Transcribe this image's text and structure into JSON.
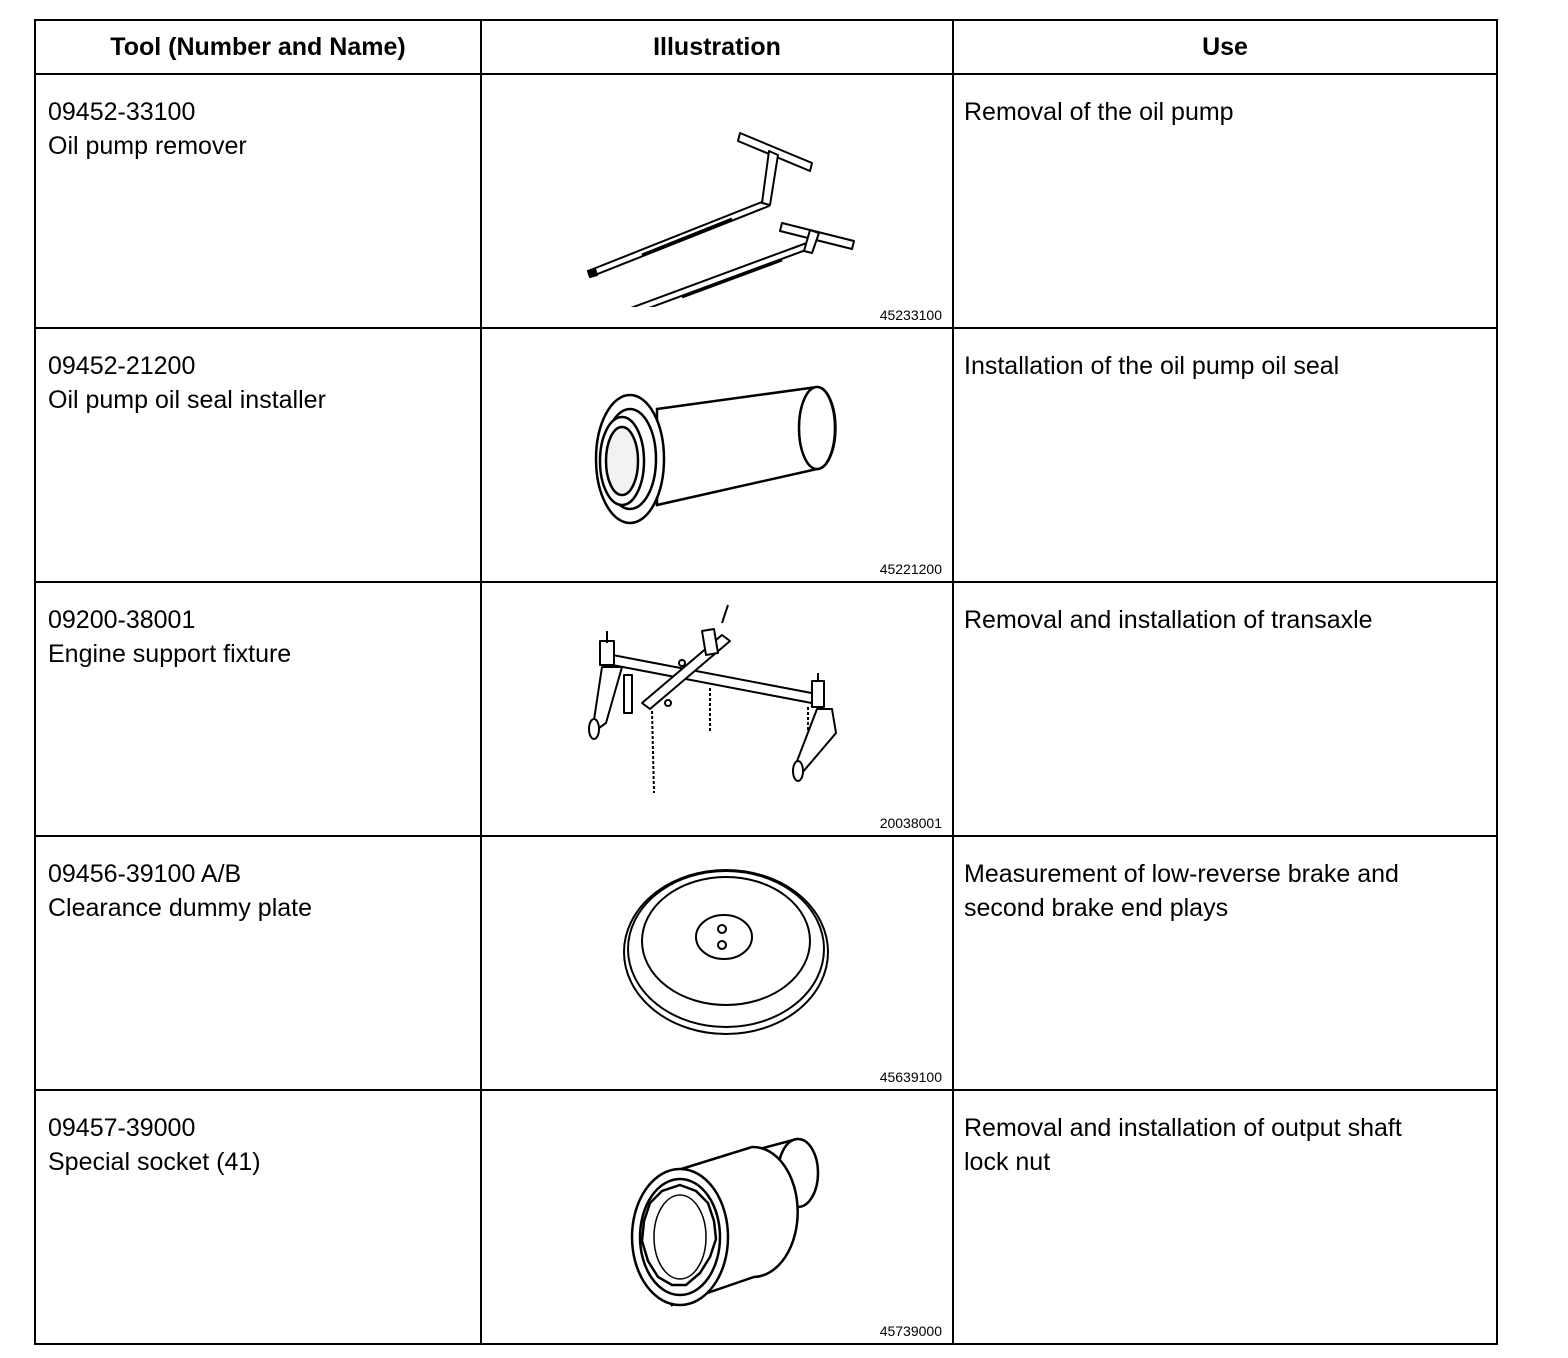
{
  "headers": {
    "tool": "Tool (Number and Name)",
    "illustration": "Illustration",
    "use": "Use"
  },
  "rows": [
    {
      "number": "09452-33100",
      "name": "Oil pump remover",
      "use": [
        "Removal of the oil pump"
      ],
      "figure_code": "45233100",
      "figure_icon": "oil-pump-remover-icon"
    },
    {
      "number": "09452-21200",
      "name": "Oil pump oil seal installer",
      "use": [
        "Installation of the oil pump oil seal"
      ],
      "figure_code": "45221200",
      "figure_icon": "oil-seal-installer-icon"
    },
    {
      "number": "09200-38001",
      "name": "Engine support fixture",
      "use": [
        "Removal and installation of transaxle"
      ],
      "figure_code": "20038001",
      "figure_icon": "engine-support-fixture-icon"
    },
    {
      "number": "09456-39100 A/B",
      "name": "Clearance dummy plate",
      "use": [
        "Measurement of low-reverse brake and",
        "second brake end plays"
      ],
      "figure_code": "45639100",
      "figure_icon": "dummy-plate-icon"
    },
    {
      "number": "09457-39000",
      "name": "Special socket (41)",
      "use": [
        "Removal and installation of output shaft",
        "lock nut"
      ],
      "figure_code": "45739000",
      "figure_icon": "special-socket-icon"
    }
  ]
}
